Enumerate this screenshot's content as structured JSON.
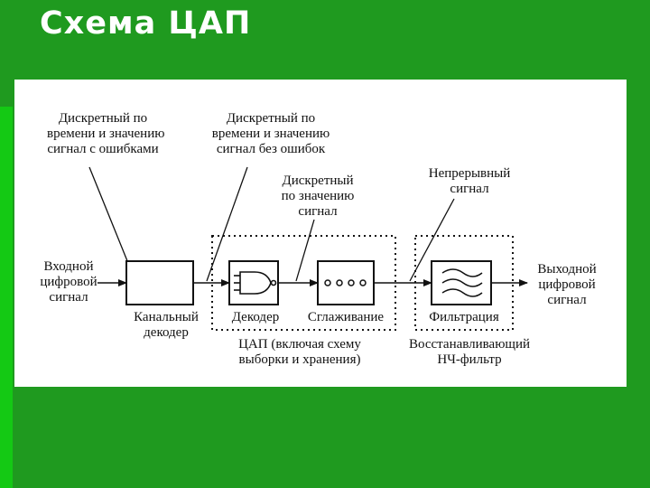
{
  "slide": {
    "title": "Схема ЦАП",
    "colors": {
      "background": "#1f9a1f",
      "accent_bar": "#14c914",
      "panel": "#ffffff",
      "ink": "#111111"
    }
  },
  "diagram": {
    "annotations": {
      "discrete_with_errors": [
        "Дискретный по",
        "времени и значению",
        "сигнал с ошибками"
      ],
      "discrete_no_errors": [
        "Дискретный по",
        "времени и значению",
        "сигнал без ошибок"
      ],
      "discrete_by_value": [
        "Дискретный",
        "по значению",
        "сигнал"
      ],
      "continuous": [
        "Непрерывный",
        "сигнал"
      ]
    },
    "io": {
      "input": [
        "Входной",
        "цифровой",
        "сигнал"
      ],
      "output": [
        "Выходной",
        "цифровой",
        "сигнал"
      ]
    },
    "blocks": {
      "channel_decoder": [
        "Канальный",
        "декодер"
      ],
      "decoder": "Декодер",
      "smoothing": "Сглаживание",
      "filtering": "Фильтрация"
    },
    "groups": {
      "dac": [
        "ЦАП (включая схему",
        "выборки и хранения)"
      ],
      "lpf": [
        "Восстанавливающий",
        "НЧ-фильтр"
      ]
    },
    "icons": [
      "gate-icon",
      "dots-icon",
      "lowpass-filter-icon"
    ]
  }
}
